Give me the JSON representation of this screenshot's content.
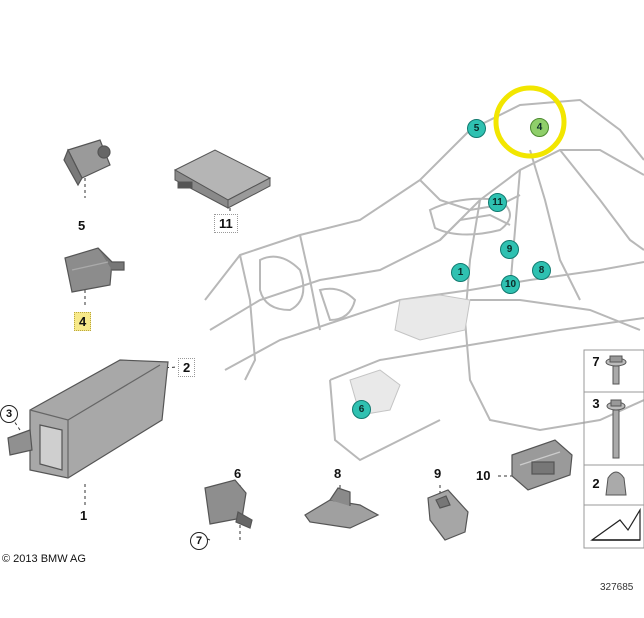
{
  "diagram": {
    "part_labels": [
      {
        "id": "p1",
        "text": "1",
        "boxed": false,
        "highlight": false
      },
      {
        "id": "p2",
        "text": "2",
        "boxed": true,
        "highlight": false
      },
      {
        "id": "p3",
        "text": "3",
        "boxed": false,
        "highlight": false
      },
      {
        "id": "p4",
        "text": "4",
        "boxed": true,
        "highlight": true
      },
      {
        "id": "p5",
        "text": "5",
        "boxed": true,
        "highlight": false
      },
      {
        "id": "p6",
        "text": "6",
        "boxed": false,
        "highlight": false
      },
      {
        "id": "p7",
        "text": "7",
        "boxed": false,
        "highlight": false
      },
      {
        "id": "p8",
        "text": "8",
        "boxed": false,
        "highlight": false
      },
      {
        "id": "p9",
        "text": "9",
        "boxed": false,
        "highlight": false
      },
      {
        "id": "p10",
        "text": "10",
        "boxed": false,
        "highlight": false
      },
      {
        "id": "p11",
        "text": "11",
        "boxed": true,
        "highlight": false
      }
    ],
    "location_markers": [
      {
        "id": "m1",
        "text": "1"
      },
      {
        "id": "m4",
        "text": "4",
        "highlight": true
      },
      {
        "id": "m5",
        "text": "5"
      },
      {
        "id": "m6",
        "text": "6"
      },
      {
        "id": "m8",
        "text": "8"
      },
      {
        "id": "m9",
        "text": "9"
      },
      {
        "id": "m10",
        "text": "10"
      },
      {
        "id": "m11",
        "text": "11"
      }
    ],
    "fastener_table": {
      "rows": [
        {
          "number": "7",
          "item": "bolt-with-washer"
        },
        {
          "number": "3",
          "item": "long-bolt"
        },
        {
          "number": "2",
          "item": "cap-nut"
        }
      ]
    },
    "copyright": "© 2013 BMW AG",
    "reference_number": "327685",
    "colors": {
      "marker_teal": "#2fc1b1",
      "marker_green": "#8fcf6a",
      "highlight_ring": "#f2e600",
      "highlight_fill": "#f7e98a"
    }
  }
}
